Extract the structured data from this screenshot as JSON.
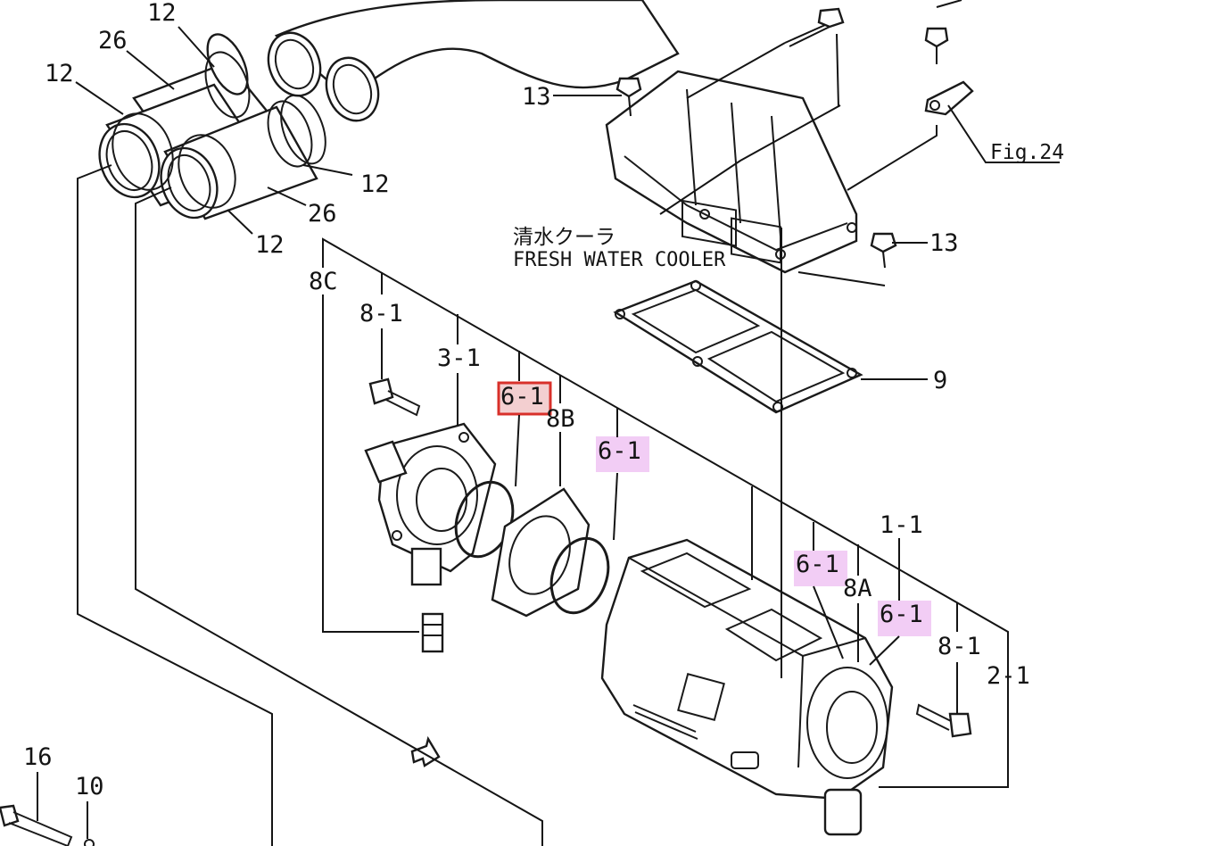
{
  "diagram": {
    "labels": {
      "l12a": "12",
      "l26a": "26",
      "l12b": "12",
      "l12c": "12",
      "l26b": "26",
      "l12d": "12",
      "l13a": "13",
      "l13b": "13",
      "fig24": "Fig.24",
      "jp_title": "清水クーラ",
      "en_title": "FRESH WATER COOLER",
      "l8c": "8C",
      "l81a": "8-1",
      "l31": "3-1",
      "l61sel": "6-1",
      "l8b": "8B",
      "l61b": "6-1",
      "l9": "9",
      "l11": "1-1",
      "l61c": "6-1",
      "l8a": "8A",
      "l61d": "6-1",
      "l81b": "8-1",
      "l21": "2-1",
      "l16": "16",
      "l10": "10"
    },
    "colors": {
      "highlight_fill": "#f3cfd0",
      "highlight_border": "#d8302a",
      "marker_fill": "#f2cdf5",
      "line": "#141414"
    }
  }
}
